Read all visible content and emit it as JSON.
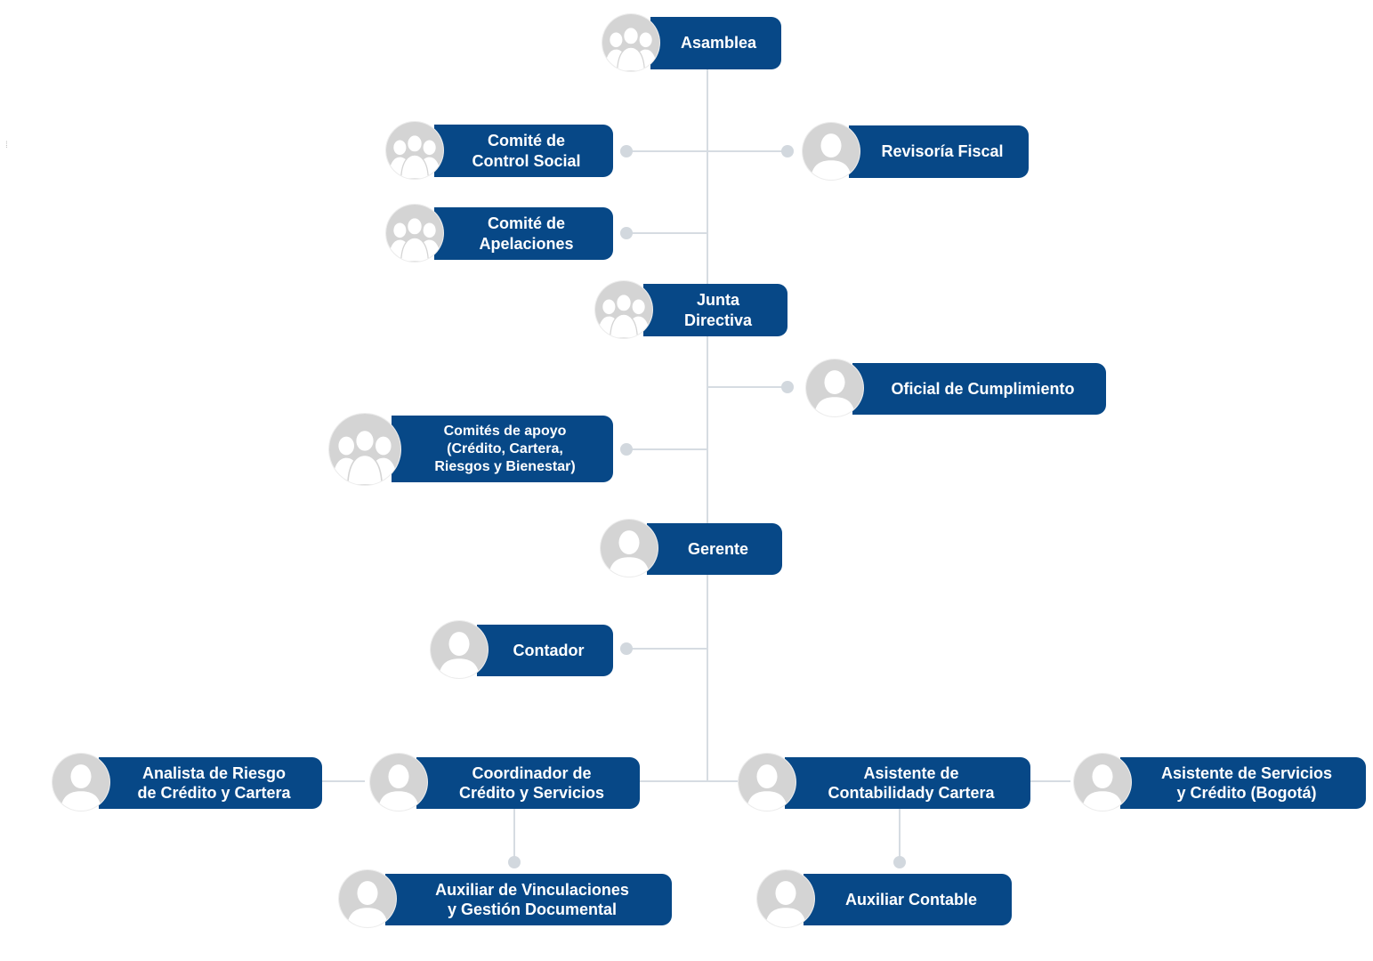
{
  "colors": {
    "box": "#074887",
    "text": "#ffffff",
    "line": "#d6dce2",
    "dot": "#d2d8de",
    "avatar_bg": "#d4d4d4",
    "avatar_fg": "#ffffff"
  },
  "nodes": [
    {
      "id": "asamblea",
      "label": "Asamblea",
      "icon": "group-icon"
    },
    {
      "id": "comite-control-social",
      "label": "Comité de\nControl Social",
      "icon": "group-icon"
    },
    {
      "id": "revisoria-fiscal",
      "label": "Revisoría Fiscal",
      "icon": "person-icon"
    },
    {
      "id": "comite-apelaciones",
      "label": "Comité de\nApelaciones",
      "icon": "group-icon"
    },
    {
      "id": "junta-directiva",
      "label": "Junta\nDirectiva",
      "icon": "group-icon"
    },
    {
      "id": "oficial-cumplimiento",
      "label": "Oficial de Cumplimiento",
      "icon": "person-icon"
    },
    {
      "id": "comites-apoyo",
      "label": "Comités de apoyo\n(Crédito, Cartera,\nRiesgos y Bienestar)",
      "icon": "group-icon"
    },
    {
      "id": "gerente",
      "label": "Gerente",
      "icon": "person-icon"
    },
    {
      "id": "contador",
      "label": "Contador",
      "icon": "person-icon"
    },
    {
      "id": "analista-riesgo",
      "label": "Analista de Riesgo\nde Crédito y Cartera",
      "icon": "person-icon"
    },
    {
      "id": "coordinador-credito",
      "label": "Coordinador de\nCrédito y Servicios",
      "icon": "person-icon"
    },
    {
      "id": "asistente-contabilidad",
      "label": "Asistente de\nContabilidady Cartera",
      "icon": "person-icon"
    },
    {
      "id": "asistente-servicios-bogota",
      "label": "Asistente de Servicios\ny Crédito (Bogotá)",
      "icon": "person-icon"
    },
    {
      "id": "auxiliar-vinculaciones",
      "label": "Auxiliar de Vinculaciones\ny Gestión Documental",
      "icon": "person-icon"
    },
    {
      "id": "auxiliar-contable",
      "label": "Auxiliar Contable",
      "icon": "person-icon"
    }
  ]
}
